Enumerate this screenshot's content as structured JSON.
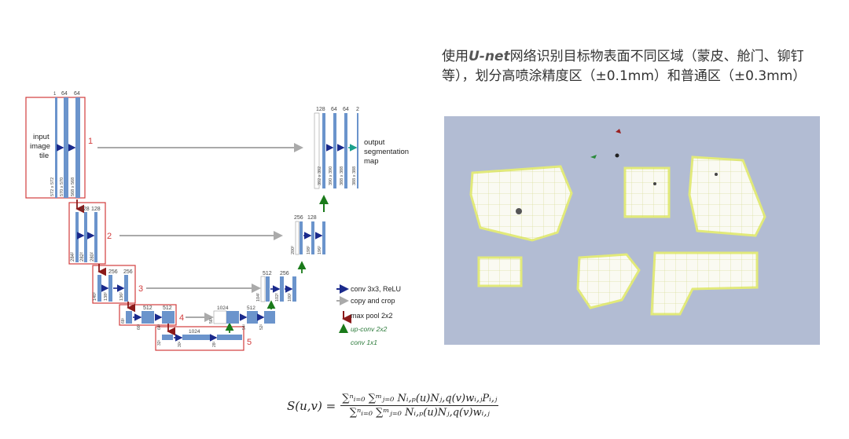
{
  "description": {
    "pre": "使用",
    "unet": "U-net",
    "post": "网络识别目标物表面不同区域（蒙皮、舱门、铆钉等），划分高喷涂精度区（±0.1mm）和普通区（±0.3mm）"
  },
  "diagram": {
    "input_label": [
      "input",
      "image",
      "tile"
    ],
    "output_label": [
      "output",
      "segmentation",
      "map"
    ],
    "level_numbers": [
      "1",
      "2",
      "3",
      "4",
      "5"
    ],
    "channels": {
      "l1_enc": [
        "1",
        "64",
        "64"
      ],
      "l2_enc": [
        "128",
        "128"
      ],
      "l3_enc": [
        "256",
        "256"
      ],
      "l4_enc": [
        "512",
        "512"
      ],
      "l5": [
        "1024"
      ],
      "l4_dec": [
        "1024",
        "512"
      ],
      "l3_dec": [
        "512",
        "256"
      ],
      "l2_dec": [
        "256",
        "128"
      ],
      "l1_dec": [
        "128",
        "64",
        "64",
        "2"
      ]
    },
    "dims": {
      "l1_enc": [
        "572 x 572",
        "570 x 570",
        "568 x 568"
      ],
      "l2_enc": [
        "284²",
        "282²",
        "280²"
      ],
      "l3_enc": [
        "140²",
        "138²",
        "136²"
      ],
      "l4_enc": [
        "68²",
        "66²",
        "64²"
      ],
      "l5": [
        "32²",
        "30²",
        "28²"
      ],
      "l4_dec": [
        "56²",
        "54²",
        "52²"
      ],
      "l3_dec": [
        "104²",
        "102²",
        "100²"
      ],
      "l2_dec": [
        "200²",
        "198²",
        "196²"
      ],
      "l1_dec": [
        "392 x 392",
        "390 x 390",
        "388 x 388",
        "388 x 388"
      ]
    },
    "legend": {
      "conv": "conv 3x3, ReLU",
      "copy": "copy and crop",
      "pool": "max pool 2x2",
      "up_lines": [
        "up-conv 2x2",
        "conv 1x1"
      ]
    },
    "colors": {
      "block": "#6b94cc",
      "conv_arrow": "#1a2a8c",
      "copy_arrow": "#aaaaaa",
      "pool_arrow": "#8b1a1a",
      "up_arrow": "#1a7a1a",
      "final_arrow": "#1aa08c",
      "level_box": "#d23c3c"
    }
  },
  "photo": {
    "background": "#b2bcd3"
  },
  "formula": {
    "lhs": "S(u,v) =",
    "numerator": "∑ⁿᵢ₌₀ ∑ᵐⱼ₌₀ Nᵢ,ₚ(u)Nⱼ,q(v)wᵢ,ⱼPᵢ,ⱼ",
    "denominator": "∑ⁿᵢ₌₀ ∑ᵐⱼ₌₀ Nᵢ,ₚ(u)Nⱼ,q(v)wᵢ,ⱼ"
  }
}
